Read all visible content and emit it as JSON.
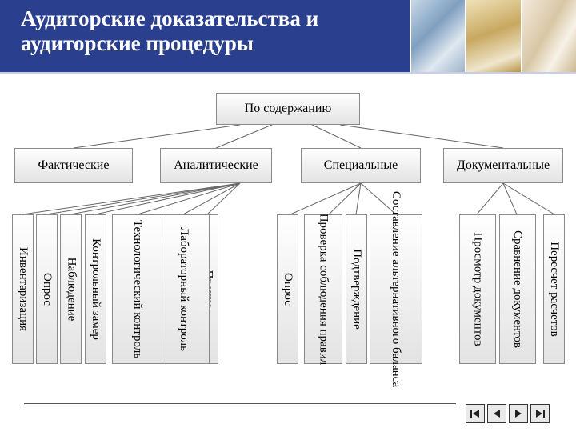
{
  "slide": {
    "title": "Аудиторские доказательства и аудиторские процедуры"
  },
  "diagram": {
    "root": "По содержанию",
    "categories": [
      {
        "label": "Фактические",
        "items": [
          "Прочие",
          "Лабораторный контроль",
          "Технологический контроль",
          "Контрольный замер",
          "Наблюдение",
          "Опрос",
          "Инвентаризация"
        ]
      },
      {
        "label": "Аналитические",
        "items": []
      },
      {
        "label": "Специальные",
        "items": [
          "Составление альтернативного баланса",
          "Подтверждение",
          "Проверка соблюдения правил",
          "Опрос"
        ]
      },
      {
        "label": "Документальные",
        "items": [
          "Пересчет расчетов",
          "Сравнение документов",
          "Просмотр документов"
        ]
      }
    ]
  },
  "colors": {
    "header_bg": "#2a3f8e",
    "box_border": "#8a8a8a",
    "connector": "#666666"
  },
  "icons": [
    "first-slide-icon",
    "previous-slide-icon",
    "next-slide-icon",
    "last-slide-icon"
  ]
}
